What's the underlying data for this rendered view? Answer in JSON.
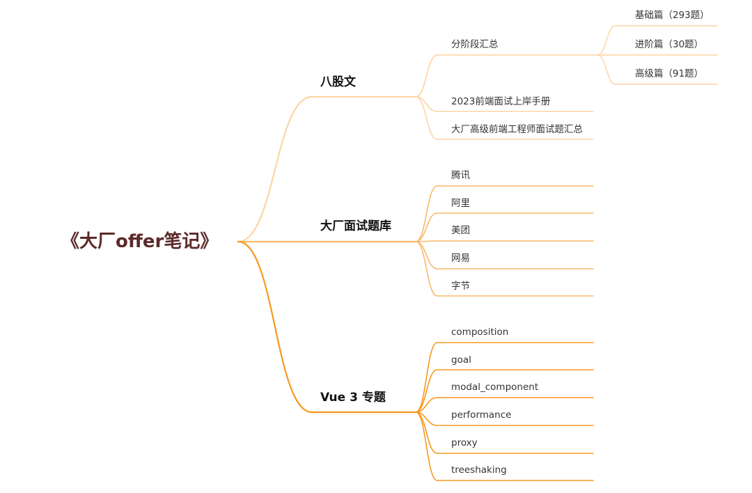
{
  "mindmap": {
    "root": "《大厂offer笔记》",
    "branches": [
      {
        "label": "八股文",
        "color": "#fdd4a3",
        "children": [
          {
            "label": "分阶段汇总",
            "children": [
              "基础篇（293题）",
              "进阶篇（30题）",
              "高级篇（91题）"
            ]
          },
          {
            "label": "2023前端面试上岸手册"
          },
          {
            "label": "大厂高级前端工程师面试题汇总"
          }
        ]
      },
      {
        "label": "大厂面试题库",
        "color": "#fbb86a",
        "children": [
          {
            "label": "腾讯"
          },
          {
            "label": "阿里"
          },
          {
            "label": "美团"
          },
          {
            "label": "网易"
          },
          {
            "label": "字节"
          }
        ]
      },
      {
        "label": "Vue 3 专题",
        "color": "#f8981e",
        "children": [
          {
            "label": "composition"
          },
          {
            "label": "goal"
          },
          {
            "label": "modal_component"
          },
          {
            "label": "performance"
          },
          {
            "label": "proxy"
          },
          {
            "label": "treeshaking"
          }
        ]
      }
    ]
  }
}
